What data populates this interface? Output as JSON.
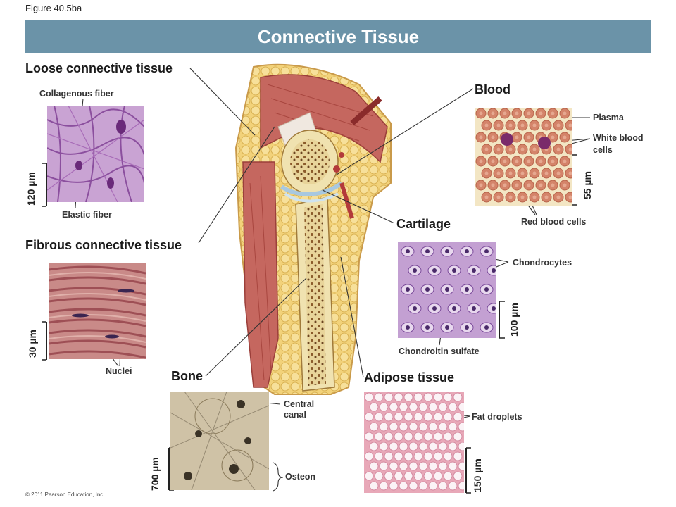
{
  "figure_label": "Figure 40.5ba",
  "title": "Connective Tissue",
  "tissues": {
    "loose": {
      "title": "Loose connective tissue",
      "labels": [
        "Collagenous fiber",
        "Elastic fiber"
      ],
      "scale": "120 µm"
    },
    "fibrous": {
      "title": "Fibrous connective tissue",
      "labels": [
        "Nuclei"
      ],
      "scale": "30 µm"
    },
    "bone": {
      "title": "Bone",
      "labels": [
        "Central canal",
        "Osteon"
      ],
      "scale": "700 µm"
    },
    "adipose": {
      "title": "Adipose tissue",
      "labels": [
        "Fat droplets"
      ],
      "scale": "150 µm"
    },
    "blood": {
      "title": "Blood",
      "labels": [
        "Plasma",
        "White blood cells",
        "Red blood cells"
      ],
      "scale": "55 µm"
    },
    "cartilage": {
      "title": "Cartilage",
      "labels": [
        "Chondrocytes",
        "Chondroitin sulfate"
      ],
      "scale": "100 µm"
    }
  },
  "copyright": "© 2011 Pearson Education, Inc.",
  "colors": {
    "title_bar": "#6b93a8",
    "title_text": "#ffffff"
  }
}
